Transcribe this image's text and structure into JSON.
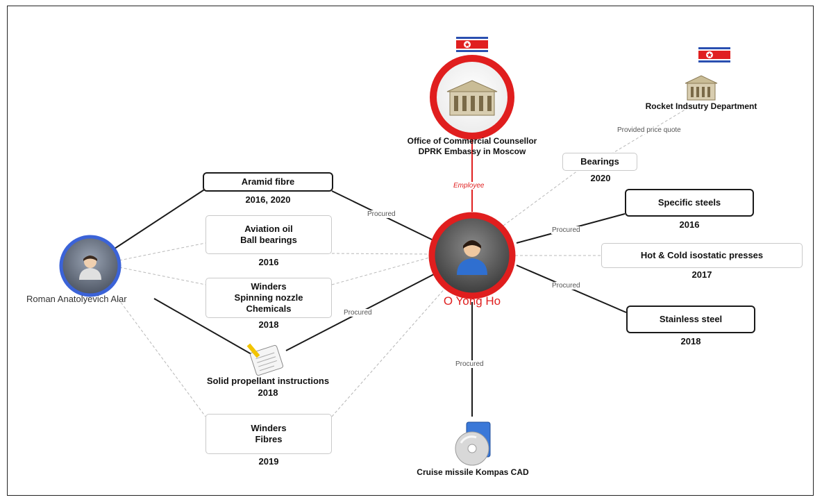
{
  "colors": {
    "center_ring": "#e01e1e",
    "person_ring": "#3b63d8",
    "employee_edge": "#e02020",
    "strong_edge": "#1a1a1a",
    "weak_edge": "#b5b5b5",
    "flag_red": "#e02020",
    "flag_blue": "#2a4fb0"
  },
  "nodes": {
    "center": {
      "name": "O Yong Ho",
      "icon": "person-icon"
    },
    "roman": {
      "name": "Roman Anatolyevich Alar",
      "icon": "person-icon"
    },
    "embassy": {
      "line1": "Office of Commercial Counsellor",
      "line2": "DPRK Embassy in Moscow",
      "icon": "building-icon"
    },
    "rocket": {
      "name": "Rocket Indsutry Department",
      "icon": "building-icon"
    },
    "bearings": {
      "label": "Bearings",
      "year": "2020"
    },
    "aramid": {
      "label": "Aramid fibre",
      "year": "2016, 2020"
    },
    "aviation": {
      "line1": "Aviation oil",
      "line2": "Ball bearings",
      "year": "2016"
    },
    "winders1": {
      "line1": "Winders",
      "line2": "Spinning nozzle",
      "line3": "Chemicals",
      "year": "2018"
    },
    "solid": {
      "label": "Solid propellant instructions",
      "year": "2018",
      "icon": "document-icon"
    },
    "winders2": {
      "line1": "Winders",
      "line2": "Fibres",
      "year": "2019"
    },
    "cruise": {
      "label": "Cruise missile Kompas CAD",
      "icon": "disc-icon"
    },
    "specific": {
      "label": "Specific steels",
      "year": "2016"
    },
    "hotcold": {
      "label": "Hot & Cold isostatic presses",
      "year": "2017"
    },
    "stainless": {
      "label": "Stainless steel",
      "year": "2018"
    }
  },
  "edges": {
    "employee": "Employee",
    "procured": "Procured",
    "price_quote": "Provided price quote"
  }
}
